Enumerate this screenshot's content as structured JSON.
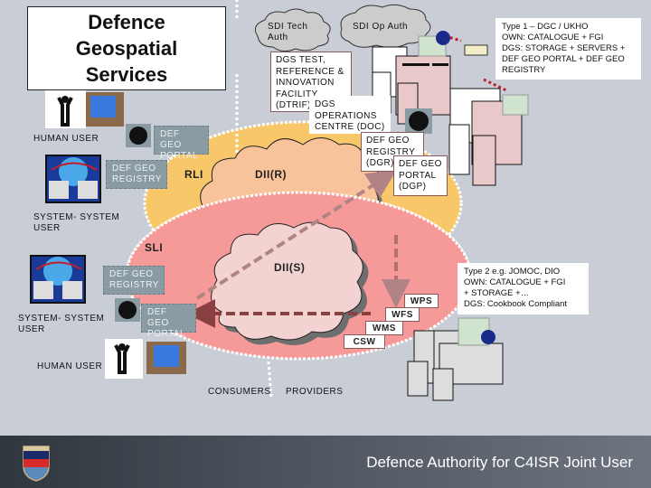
{
  "title": {
    "line1": "Defence",
    "line2": "Geospatial",
    "line3": "Services"
  },
  "clouds": {
    "sdi_tech": {
      "line1": "SDI Tech",
      "line2": "Auth"
    },
    "sdi_op": "SDI Op Auth",
    "dii_r": "DII(R)",
    "dii_s": "DII(S)"
  },
  "facilities": {
    "dtrif": [
      "DGS TEST,",
      "REFERENCE &",
      "INNOVATION",
      "FACILITY",
      "(DTRIF)"
    ],
    "doc": [
      "DGS",
      "OPERATIONS",
      "CENTRE (DOC)"
    ],
    "dgr": [
      "DEF GEO",
      "REGISTRY",
      "(DGR)"
    ],
    "dgp": [
      "DEF GEO",
      "PORTAL",
      "(DGP)"
    ]
  },
  "notes": {
    "type1": [
      "Type 1 – DGC / UKHO",
      "OWN: CATALOGUE + FGI",
      "DGS: STORAGE + SERVERS +",
      "DEF GEO PORTAL + DEF GEO",
      "REGISTRY"
    ],
    "type2": [
      "Type 2  e.g. JOMOC, DIO",
      "OWN: CATALOGUE + FGI",
      "+  STORAGE +…",
      "DGS: Cookbook Compliant"
    ]
  },
  "top_left": {
    "human_user": "HUMAN USER",
    "portal": [
      "DEF GEO",
      "PORTAL"
    ],
    "registry": [
      "DEF GEO",
      "REGISTRY"
    ],
    "system_user": [
      "SYSTEM- SYSTEM",
      "USER"
    ]
  },
  "bottom_left": {
    "registry": [
      "DEF GEO",
      "REGISTRY"
    ],
    "portal": [
      "DEF GEO",
      "PORTAL"
    ],
    "system_user": [
      "SYSTEM- SYSTEM",
      "USER"
    ],
    "human_user": "HUMAN USER"
  },
  "zones": {
    "rli": "RLI",
    "sli": "SLI"
  },
  "services": [
    "WPS",
    "WFS",
    "WMS",
    "CSW"
  ],
  "divider": {
    "consumers": "CONSUMERS",
    "providers": "PROVIDERS"
  },
  "footer": {
    "text": "Defence Authority for C4ISR Joint User"
  },
  "colors": {
    "background": "#c9ced6",
    "rli_zone": "#f8c76a",
    "sli_zone": "#f59a98",
    "dii_r_cloud": "#f8c39a",
    "dii_s_cloud": "#f3d2d2",
    "dashed_arrow": "#a07070",
    "gray_box": "#8a9ba3",
    "network_link": "#c0202a"
  }
}
